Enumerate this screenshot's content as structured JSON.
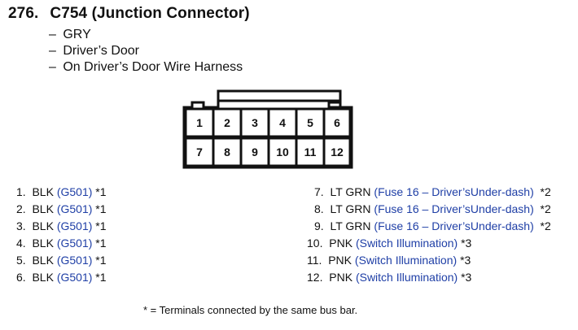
{
  "header": {
    "number": "276.",
    "title": "C754 (Junction Connector)",
    "details": [
      "GRY",
      "Driver’s Door",
      "On Driver’s Door Wire Harness"
    ],
    "dash": "–"
  },
  "connector": {
    "pins_top": [
      "1",
      "2",
      "3",
      "4",
      "5",
      "6"
    ],
    "pins_bottom": [
      "7",
      "8",
      "9",
      "10",
      "11",
      "12"
    ]
  },
  "terminals_left": [
    {
      "num": "1.",
      "color": "BLK",
      "link": "(G501)",
      "note": "*1"
    },
    {
      "num": "2.",
      "color": "BLK",
      "link": "(G501)",
      "note": "*1"
    },
    {
      "num": "3.",
      "color": "BLK",
      "link": "(G501)",
      "note": "*1"
    },
    {
      "num": "4.",
      "color": "BLK",
      "link": "(G501)",
      "note": "*1"
    },
    {
      "num": "5.",
      "color": "BLK",
      "link": "(G501)",
      "note": "*1"
    },
    {
      "num": "6.",
      "color": "BLK",
      "link": "(G501)",
      "note": "*1"
    }
  ],
  "terminals_right": [
    {
      "num": "7.",
      "color": "LT GRN",
      "link": "(Fuse 16 – Driver’sUnder-dash)",
      "note": "*2"
    },
    {
      "num": "8.",
      "color": "LT GRN",
      "link": "(Fuse 16 – Driver’sUnder-dash)",
      "note": "*2"
    },
    {
      "num": "9.",
      "color": "LT GRN",
      "link": "(Fuse 16 – Driver’sUnder-dash)",
      "note": "*2"
    },
    {
      "num": "10.",
      "color": "PNK",
      "link": "(Switch Illumination)",
      "note": "*3"
    },
    {
      "num": "11.",
      "color": "PNK",
      "link": "(Switch Illumination)",
      "note": "*3"
    },
    {
      "num": "12.",
      "color": "PNK",
      "link": "(Switch Illumination)",
      "note": "*3"
    }
  ],
  "footnote": "* = Terminals connected by the same bus bar."
}
